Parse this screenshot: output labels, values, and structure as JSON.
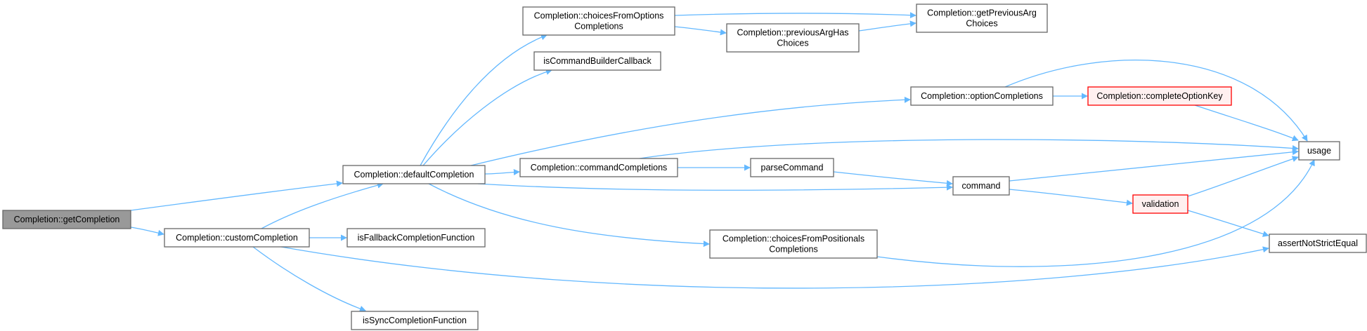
{
  "graph": {
    "edge_color": "#63b8ff",
    "nodes": [
      {
        "id": "getCompletion",
        "lines": [
          "Completion::getCompletion"
        ],
        "style": "root"
      },
      {
        "id": "defaultCompletion",
        "lines": [
          "Completion::defaultCompletion"
        ],
        "style": "normal"
      },
      {
        "id": "customCompletion",
        "lines": [
          "Completion::customCompletion"
        ],
        "style": "normal"
      },
      {
        "id": "choicesFromOptionsCompletions",
        "lines": [
          "Completion::choicesFromOptions",
          "Completions"
        ],
        "style": "normal"
      },
      {
        "id": "isCommandBuilderCallback",
        "lines": [
          "isCommandBuilderCallback"
        ],
        "style": "normal"
      },
      {
        "id": "commandCompletions",
        "lines": [
          "Completion::commandCompletions"
        ],
        "style": "normal"
      },
      {
        "id": "isFallbackCompletionFunction",
        "lines": [
          "isFallbackCompletionFunction"
        ],
        "style": "normal"
      },
      {
        "id": "isSyncCompletionFunction",
        "lines": [
          "isSyncCompletionFunction"
        ],
        "style": "normal"
      },
      {
        "id": "previousArgHasChoices",
        "lines": [
          "Completion::previousArgHas",
          "Choices"
        ],
        "style": "normal"
      },
      {
        "id": "parseCommand",
        "lines": [
          "parseCommand"
        ],
        "style": "normal"
      },
      {
        "id": "choicesFromPositionalsCompletions",
        "lines": [
          "Completion::choicesFromPositionals",
          "Completions"
        ],
        "style": "normal"
      },
      {
        "id": "getPreviousArgChoices",
        "lines": [
          "Completion::getPreviousArg",
          "Choices"
        ],
        "style": "normal"
      },
      {
        "id": "optionCompletions",
        "lines": [
          "Completion::optionCompletions"
        ],
        "style": "normal"
      },
      {
        "id": "command",
        "lines": [
          "command"
        ],
        "style": "normal"
      },
      {
        "id": "completeOptionKey",
        "lines": [
          "Completion::completeOptionKey"
        ],
        "style": "highlight"
      },
      {
        "id": "validation",
        "lines": [
          "validation"
        ],
        "style": "highlight"
      },
      {
        "id": "usage",
        "lines": [
          "usage"
        ],
        "style": "normal"
      },
      {
        "id": "assertNotStrictEqual",
        "lines": [
          "assertNotStrictEqual"
        ],
        "style": "normal"
      }
    ],
    "edges": [
      [
        "getCompletion",
        "defaultCompletion"
      ],
      [
        "getCompletion",
        "customCompletion"
      ],
      [
        "customCompletion",
        "defaultCompletion"
      ],
      [
        "customCompletion",
        "isFallbackCompletionFunction"
      ],
      [
        "customCompletion",
        "isSyncCompletionFunction"
      ],
      [
        "customCompletion",
        "assertNotStrictEqual"
      ],
      [
        "defaultCompletion",
        "choicesFromOptionsCompletions"
      ],
      [
        "defaultCompletion",
        "isCommandBuilderCallback"
      ],
      [
        "defaultCompletion",
        "optionCompletions"
      ],
      [
        "defaultCompletion",
        "commandCompletions"
      ],
      [
        "defaultCompletion",
        "command"
      ],
      [
        "defaultCompletion",
        "choicesFromPositionalsCompletions"
      ],
      [
        "choicesFromOptionsCompletions",
        "getPreviousArgChoices"
      ],
      [
        "choicesFromOptionsCompletions",
        "previousArgHasChoices"
      ],
      [
        "previousArgHasChoices",
        "getPreviousArgChoices"
      ],
      [
        "commandCompletions",
        "parseCommand"
      ],
      [
        "commandCompletions",
        "usage"
      ],
      [
        "parseCommand",
        "command"
      ],
      [
        "optionCompletions",
        "completeOptionKey"
      ],
      [
        "optionCompletions",
        "usage"
      ],
      [
        "completeOptionKey",
        "usage"
      ],
      [
        "command",
        "usage"
      ],
      [
        "command",
        "validation"
      ],
      [
        "validation",
        "usage"
      ],
      [
        "validation",
        "assertNotStrictEqual"
      ],
      [
        "choicesFromPositionalsCompletions",
        "usage"
      ]
    ],
    "colors": {
      "root_fill": "#999999",
      "root_stroke": "#666666",
      "normal_fill": "#ffffff",
      "normal_stroke": "#666666",
      "highlight_fill": "#fff0f0",
      "highlight_stroke": "#ff0000"
    }
  }
}
